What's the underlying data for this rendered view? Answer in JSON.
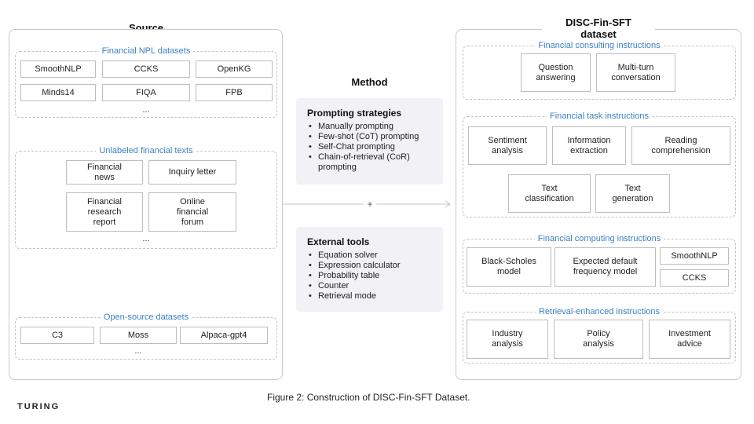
{
  "source": {
    "title": "Source",
    "groups": [
      {
        "title": "Financial NPL datasets",
        "items": [
          "SmoothNLP",
          "CCKS",
          "OpenKG",
          "Minds14",
          "FIQA",
          "FPB"
        ],
        "more": "..."
      },
      {
        "title": "Unlabeled financial texts",
        "items": [
          "Financial\nnews",
          "Inquiry letter",
          "Financial\nresearch\nreport",
          "Online\nfinancial\nforum"
        ],
        "more": "..."
      },
      {
        "title": "Open-source datasets",
        "items": [
          "C3",
          "Moss",
          "Alpaca-gpt4"
        ],
        "more": "..."
      }
    ]
  },
  "method": {
    "title": "Method",
    "prompting": {
      "title": "Prompting strategies",
      "items": [
        "Manually prompting",
        "Few-shot (CoT) prompting",
        "Self-Chat prompting",
        "Chain-of-retrieval (CoR)\nprompting"
      ]
    },
    "tools": {
      "title": "External tools",
      "items": [
        "Equation solver",
        "Expression calculator",
        "Probability table",
        "Counter",
        "Retrieval mode"
      ]
    },
    "plus": "+"
  },
  "dataset": {
    "title": "DISC-Fin-SFT\ndataset",
    "groups": [
      {
        "title": "Financial consulting instructions",
        "items": [
          "Question\nanswering",
          "Multi-turn\nconversation"
        ]
      },
      {
        "title": "Financial task instructions",
        "items": [
          "Sentiment\nanalysis",
          "Information\nextraction",
          "Reading\ncomprehension",
          "Text\nclassification",
          "Text\ngeneration"
        ]
      },
      {
        "title": "Financial computing instructions",
        "items": [
          "Black-Scholes\nmodel",
          "Expected default\nfrequency model",
          "SmoothNLP",
          "CCKS"
        ]
      },
      {
        "title": "Retrieval-enhanced instructions",
        "items": [
          "Industry\nanalysis",
          "Policy\nanalysis",
          "Investment\nadvice"
        ]
      }
    ]
  },
  "caption": "Figure 2: Construction of DISC-Fin-SFT Dataset.",
  "logo": "TURING",
  "colors": {
    "accent": "#3b82c4",
    "card": "#f1f1f6",
    "border": "#c9c9c9"
  }
}
